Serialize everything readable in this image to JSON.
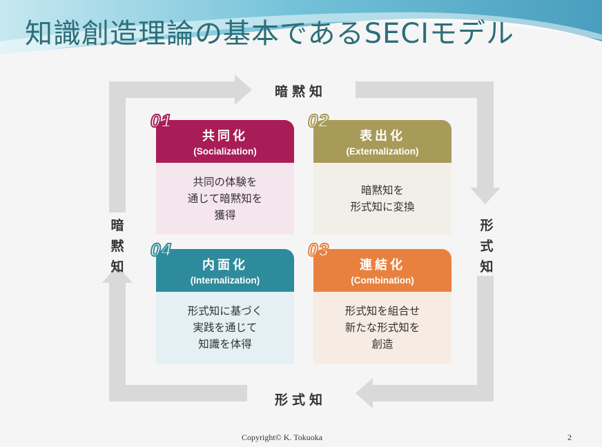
{
  "slide": {
    "title": "知識創造理論の基本であるSECIモデル",
    "footer": "Copyright© K. Tokuoka",
    "page_number": "2"
  },
  "axis_labels": {
    "top": "暗黙知",
    "bottom": "形式知",
    "left": "暗黙知",
    "right": "形式知"
  },
  "cards": [
    {
      "number": "01",
      "title": "共同化",
      "subtitle": "(Socialization)",
      "description": "共同の体験を\n通じて暗黙知を\n獲得",
      "color": "#a81d57",
      "body_color": "#f5e6ee"
    },
    {
      "number": "02",
      "title": "表出化",
      "subtitle": "(Externalization)",
      "description": "暗黙知を\n形式知に変換",
      "color": "#a89a58",
      "body_color": "#f1efe8"
    },
    {
      "number": "03",
      "title": "連結化",
      "subtitle": "(Combination)",
      "description": "形式知を組合せ\n新たな形式知を\n創造",
      "color": "#e8813f",
      "body_color": "#f7ece3"
    },
    {
      "number": "04",
      "title": "内面化",
      "subtitle": "(Internalization)",
      "description": "形式知に基づく\n実践を通じて\n知識を体得",
      "color": "#2e8b9c",
      "body_color": "#e4f0f3"
    }
  ]
}
